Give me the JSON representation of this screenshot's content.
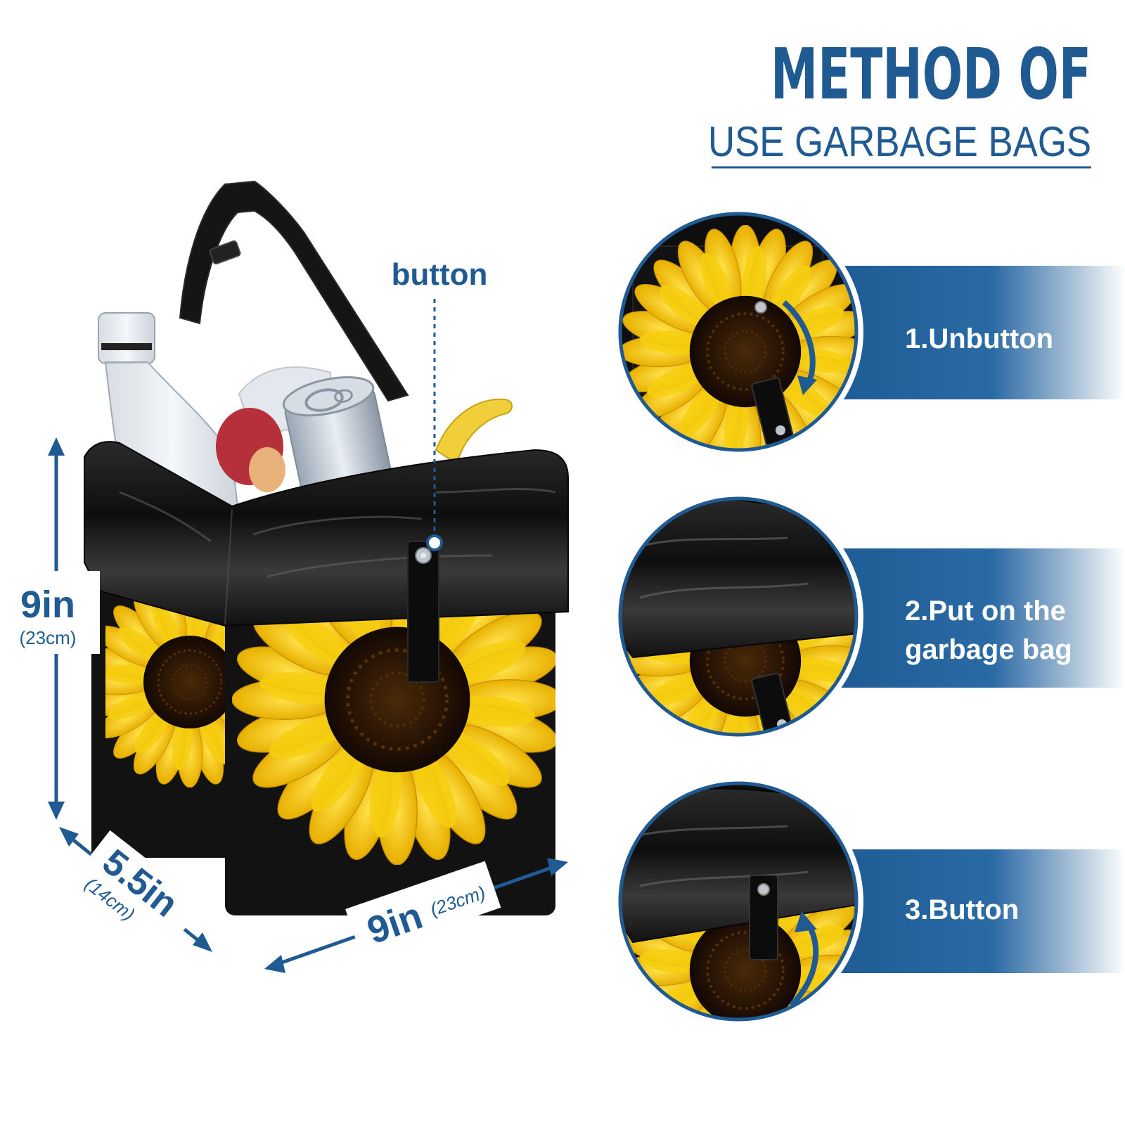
{
  "heading": {
    "line1": "METHOD OF",
    "line2": "USE GARBAGE BAGS"
  },
  "callout": {
    "label": "button"
  },
  "dimensions": {
    "height": {
      "value": "9in",
      "metric": "(23cm)"
    },
    "depth": {
      "value": "5.5in",
      "metric": "(14cm)"
    },
    "width": {
      "value": "9in",
      "metric": "(23cm)"
    }
  },
  "steps": [
    {
      "line1": "1.Unbutton",
      "line2": ""
    },
    {
      "line1": "2.Put on the",
      "line2": "garbage bag"
    },
    {
      "line1": "3.Button",
      "line2": ""
    }
  ],
  "colors": {
    "brand_blue": "#1f5a93",
    "banner_blue": "#1e5b95",
    "sunflower_yellow": "#f5c400",
    "sunflower_center": "#2a1505",
    "bag_black": "#141414"
  },
  "icons": [
    "arrow-curved-down-icon",
    "arrow-curved-up-icon",
    "snap-button-icon"
  ]
}
